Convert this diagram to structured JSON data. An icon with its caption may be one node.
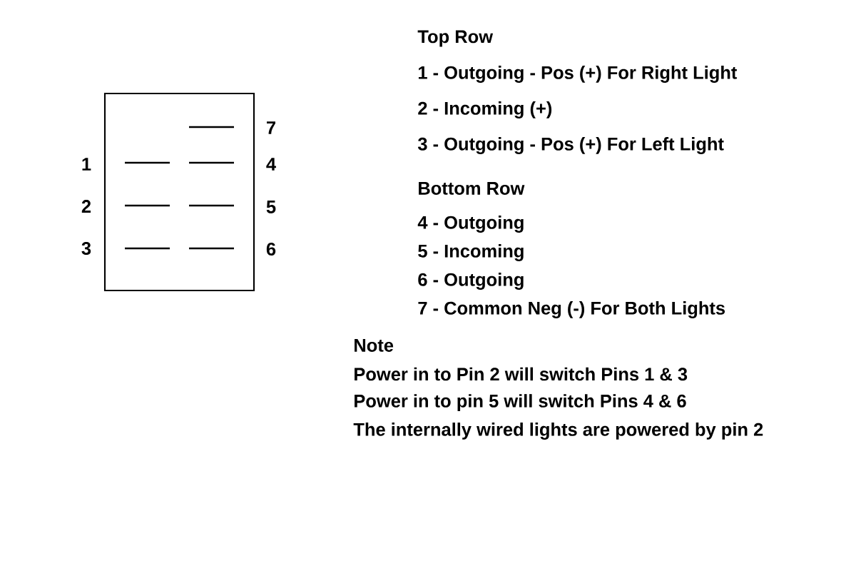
{
  "diagram": {
    "labels": [
      "Top Row",
      "1 - Outgoing - Pos (+) For Right Light",
      "2 - Incoming (+)",
      "7",
      "3 - Outgoing - Pos (+) For Left Light",
      "1",
      "4",
      "Bottom Row",
      "2",
      "5",
      "4 - Outgoing",
      "3",
      "6",
      "5 - Incoming",
      "6 - Outgoing",
      "7 - Common Neg (-) For Both Lights",
      "Note",
      "Power in to Pin 2 will switch Pins 1 & 3",
      "Power in to pin 5 will switch Pins 4 & 6",
      "The internally wired lights are powered by pin 2"
    ]
  }
}
